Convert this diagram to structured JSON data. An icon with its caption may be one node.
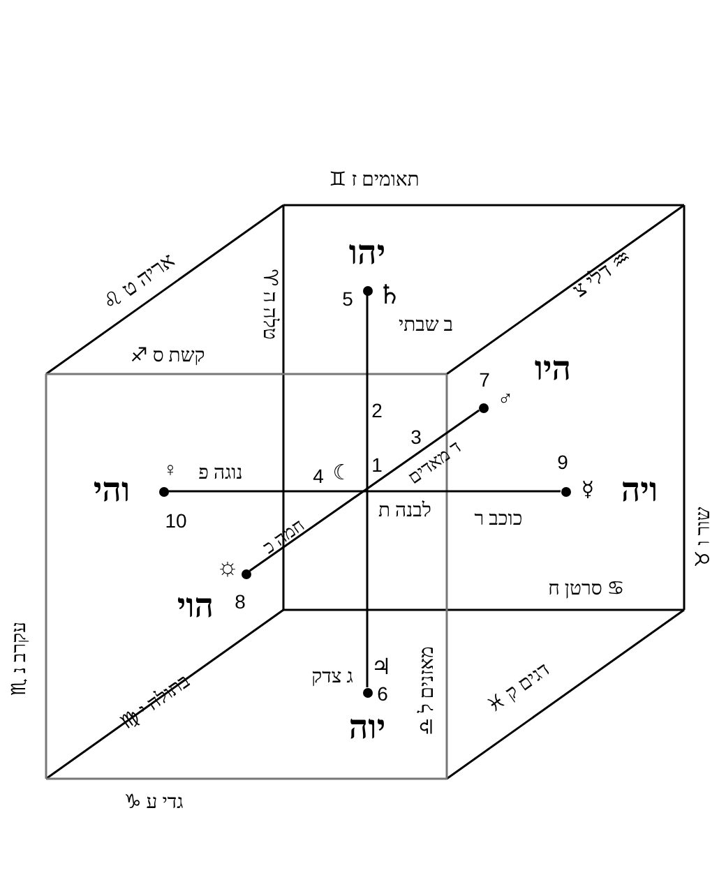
{
  "diagram": {
    "nodes": [
      {
        "text": [],
        "shape": "circle"
      },
      {
        "text": [],
        "shape": "circle"
      },
      {
        "text": [],
        "shape": "circle"
      },
      {
        "text": [],
        "shape": "circle"
      },
      {
        "text": [],
        "shape": "circle"
      },
      {
        "text": [],
        "shape": "circle"
      }
    ],
    "edges": [
      {
        "from": 0,
        "to": 5,
        "arrow": "none"
      },
      {
        "from": 1,
        "to": 4,
        "arrow": "none"
      },
      {
        "from": 2,
        "to": 3,
        "arrow": "none"
      }
    ],
    "labels": [
      "תאומים ז ♊",
      "יהו",
      "טלה ה ♈",
      "אריה ט ♌",
      "♒ דלי צ",
      "5",
      "♄",
      "ב שבתי",
      "קשת ס ♐",
      "היו",
      "7",
      "♂",
      "2",
      "3",
      "ד מאדים",
      "4",
      "☾",
      "1",
      "והי",
      "♀",
      "נוגה פ",
      "9",
      "☿",
      "ויה",
      "לבנה ת",
      "כוכב ר",
      "10",
      "חמה כ",
      "☼",
      "8",
      "הוי",
      "♋ סרטן ח",
      "שור ו ♉",
      "מאזנים ל ♎",
      "עקרב נ ♏",
      "ג צדק",
      "♃",
      "6",
      "בתולה י ♍",
      "דגים ק ♓",
      "יוה",
      "גדי ע ♑"
    ]
  }
}
